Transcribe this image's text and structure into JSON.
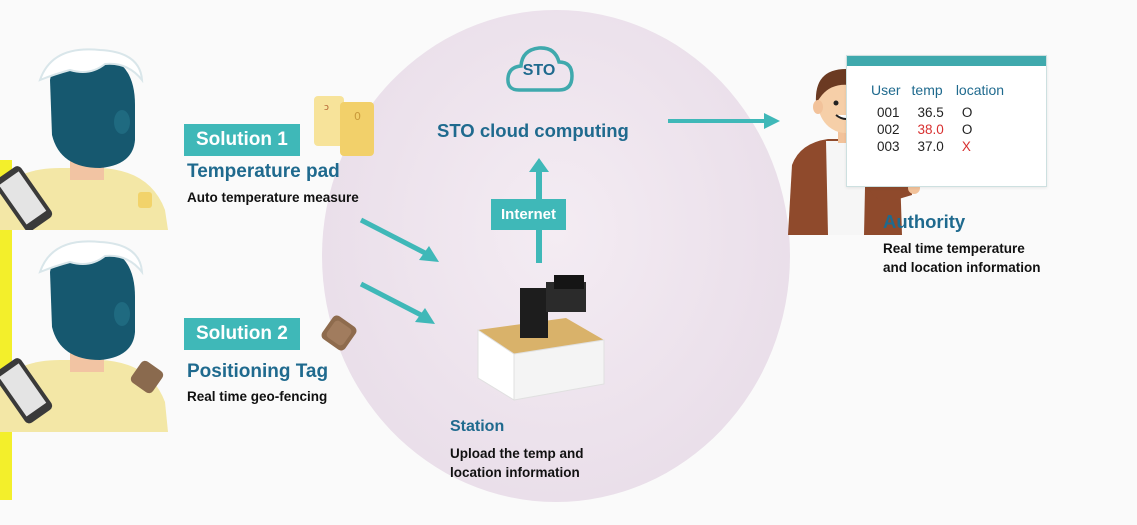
{
  "solution1": {
    "label": "Solution 1",
    "title": "Temperature pad",
    "subtitle": "Auto temperature measure"
  },
  "solution2": {
    "label": "Solution 2",
    "title": "Positioning Tag",
    "subtitle": "Real time geo-fencing"
  },
  "cloud": {
    "logo_text": "STO",
    "title": "STO cloud computing"
  },
  "internet_label": "Internet",
  "station": {
    "title": "Station",
    "desc_line1": "Upload the temp and",
    "desc_line2": "location information"
  },
  "authority": {
    "title": "Authority",
    "desc_line1": "Real time temperature",
    "desc_line2": "and location information"
  },
  "table": {
    "headers": [
      "User",
      "temp",
      "location"
    ],
    "rows": [
      {
        "user": "001",
        "temp": "36.5",
        "location": "O"
      },
      {
        "user": "002",
        "temp": "38.0",
        "location": "O"
      },
      {
        "user": "003",
        "temp": "37.0",
        "location": "X"
      }
    ]
  },
  "colors": {
    "teal": "#3fb8b8",
    "title_blue": "#1f6a8e",
    "alert_red": "#d83030",
    "side_bar_yellow": "#f3ef2b"
  }
}
